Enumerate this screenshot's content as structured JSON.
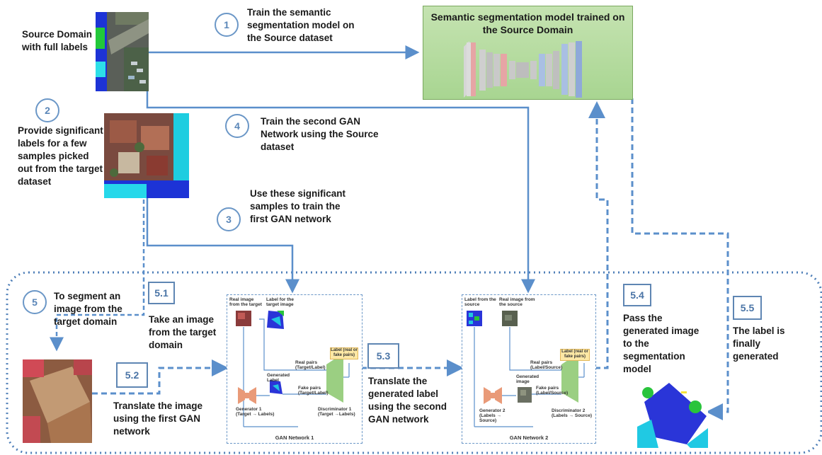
{
  "source": {
    "label": "Source Domain with full labels"
  },
  "steps": {
    "s1": {
      "num": "1",
      "text": "Train the semantic segmentation model on the Source dataset"
    },
    "s2": {
      "num": "2",
      "text": "Provide significant labels for a few samples picked out from the target dataset"
    },
    "s3": {
      "num": "3",
      "text": "Use these significant samples to train the first GAN network"
    },
    "s4": {
      "num": "4",
      "text": "Train the second GAN Network using the Source dataset"
    },
    "s5": {
      "num": "5",
      "text": "To segment an image from the target domain"
    },
    "s51": {
      "num": "5.1",
      "text": "Take an image from the target domain"
    },
    "s52": {
      "num": "5.2",
      "text": "Translate the image using the first GAN network"
    },
    "s53": {
      "num": "5.3",
      "text": "Translate the generated label using the second GAN network"
    },
    "s54": {
      "num": "5.4",
      "text": "Pass the generated image to the segmentation model"
    },
    "s55": {
      "num": "5.5",
      "text": "The label is finally generated"
    }
  },
  "model": {
    "title": "Semantic segmentation model trained on the Source Domain"
  },
  "gan1": {
    "title": "GAN Network 1",
    "real_image": "Real image from the target",
    "label_for": "Label for the target image",
    "gen_label": "Generated Label",
    "real_pairs": "Real pairs (Target/Label)",
    "fake_pairs": "Fake pairs (Target/Label)",
    "real_or_fake": "Label (real or fake pairs)",
    "generator": "Generator 1 (Target → Labels)",
    "discriminator": "Discriminator 1 (Target →Labels)"
  },
  "gan2": {
    "title": "GAN Network 2",
    "label_from": "Label from the source",
    "real_image": "Real image from the source",
    "gen_image": "Generated image",
    "real_pairs": "Real pairs (Label/Source)",
    "fake_pairs": "Fake pairs (Label/Source)",
    "real_or_fake": "Label (real or fake pairs)",
    "generator": "Generator 2 (Labels → Source)",
    "discriminator": "Discriminator 2 (Labels → Source)"
  },
  "colors": {
    "arrow": "#5b8fcb",
    "box_fill": "#b6dc9f",
    "accent_text": "#4a74a6"
  }
}
